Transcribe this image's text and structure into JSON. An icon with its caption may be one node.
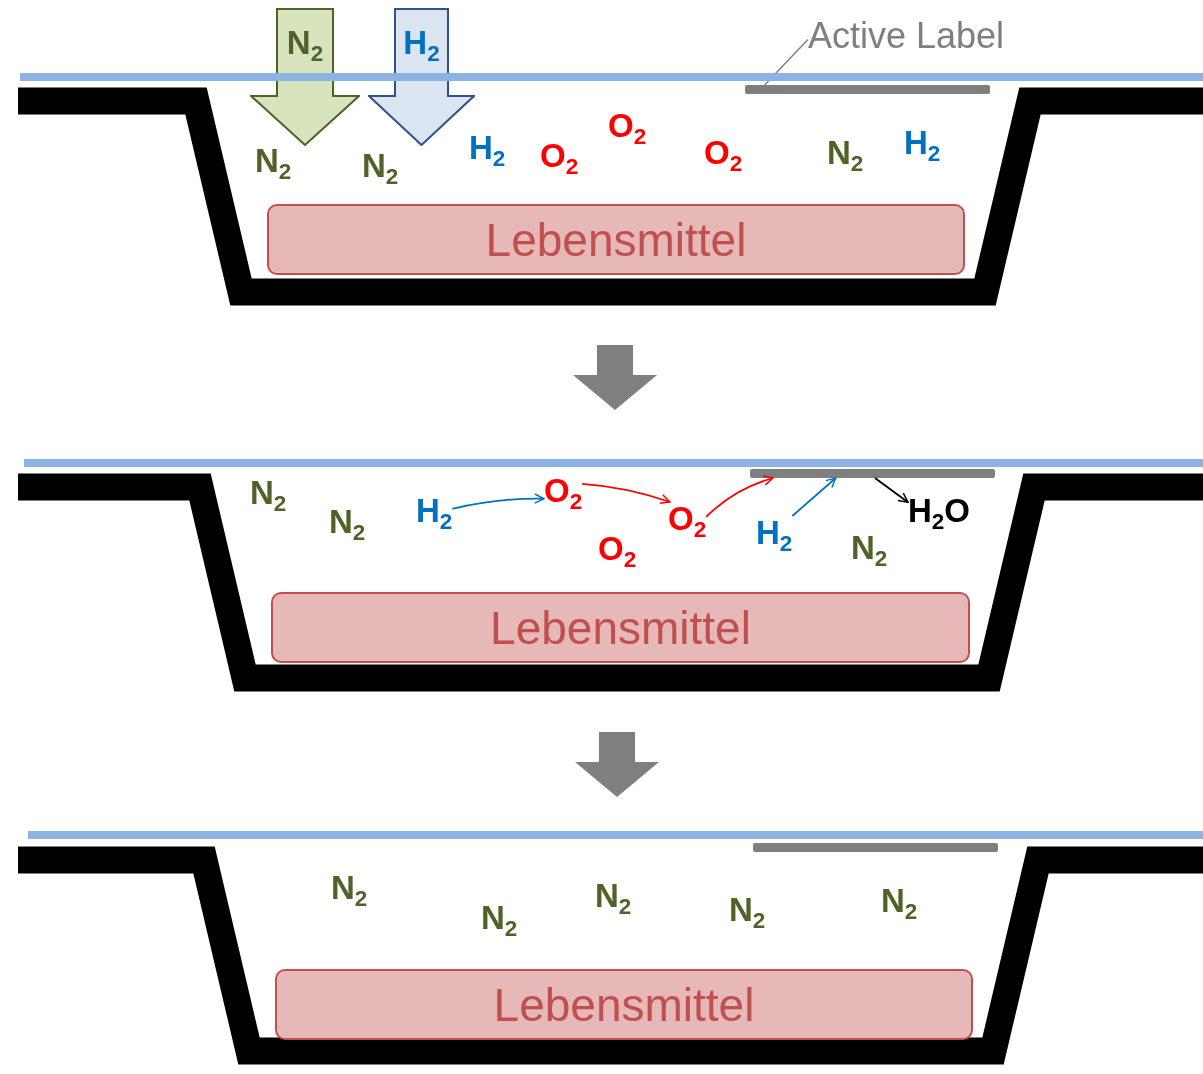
{
  "diagram": {
    "nodes": [
      {
        "text": [
          "N$_{2}$"
        ]
      },
      {
        "text": [
          "H$_{2}$"
        ]
      },
      {
        "text": [
          "Active Label"
        ]
      },
      {
        "text": [],
        "shape": "bar"
      },
      {
        "text": [
          "Lebensmittel"
        ]
      },
      {
        "text": [
          "H$_{2}$"
        ]
      },
      {
        "text": [
          "O$_{2}$"
        ]
      },
      {
        "text": [
          "O$_{2}$"
        ]
      },
      {
        "text": [
          "H$_{2}$"
        ]
      },
      {
        "text": [],
        "shape": "bar"
      },
      {
        "text": [
          "H$_{2}$O"
        ]
      },
      {
        "text": [
          "Lebensmittel"
        ]
      },
      {
        "text": [],
        "shape": "bar"
      },
      {
        "text": [
          "Lebensmittel"
        ]
      }
    ],
    "edges": [
      {
        "from": 2,
        "to": 3,
        "arrow": "none",
        "color": "#7f7f7f"
      },
      {
        "from": 5,
        "to": 6,
        "arrow": "to",
        "color": "#0070c0"
      },
      {
        "from": 6,
        "to": 7,
        "arrow": "to",
        "color": "#ff0000"
      },
      {
        "from": 7,
        "to": 9,
        "arrow": "to",
        "color": "#ff0000"
      },
      {
        "from": 8,
        "to": 9,
        "arrow": "to",
        "color": "#0070c0"
      },
      {
        "from": 9,
        "to": 10,
        "arrow": "to",
        "color": "#000000"
      }
    ],
    "labels": [
      "N$_{2}$",
      "N$_{2}$",
      "H$_{2}$",
      "O$_{2}$",
      "O$_{2}$",
      "O$_{2}$",
      "N$_{2}$",
      "H$_{2}$",
      "N$_{2}$",
      "N$_{2}$",
      "O$_{2}$",
      "N$_{2}$",
      "N$_{2}$",
      "N$_{2}$",
      "N$_{2}$",
      "N$_{2}$",
      "N$_{2}$"
    ]
  }
}
